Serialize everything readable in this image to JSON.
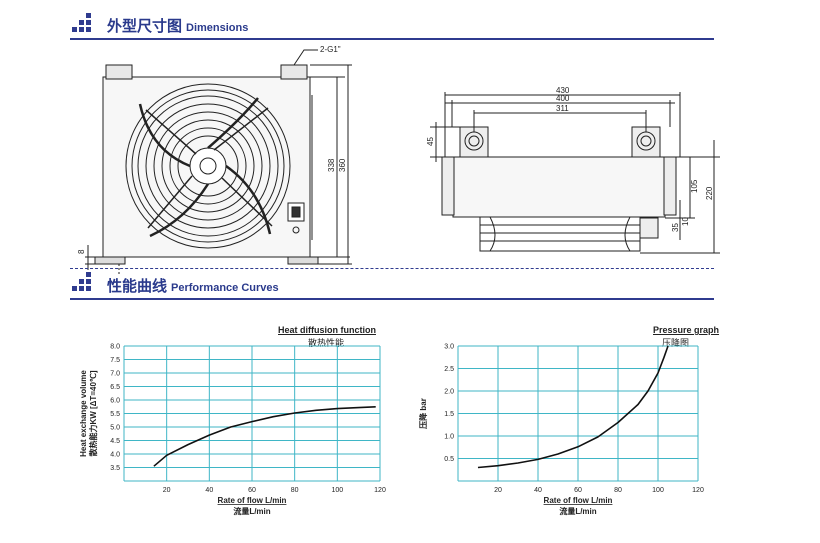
{
  "sections": [
    {
      "title_cn": "外型尺寸图",
      "title_en": "Dimensions"
    },
    {
      "title_cn": "性能曲线",
      "title_en": "Performance Curves"
    }
  ],
  "drawing": {
    "port_label": "2-G1\"",
    "front_dims": {
      "height_inner": "338",
      "height_outer": "360",
      "foot": "8"
    },
    "side_dims": {
      "w430": "430",
      "w400": "400",
      "w311": "311",
      "h45": "45",
      "h105": "105",
      "h220": "220",
      "h10": "10",
      "h35": "35"
    }
  },
  "chart_data": [
    {
      "type": "line",
      "title": "Heat diffusion function",
      "subtitle": "散热性能",
      "xlabel": "Rate of flow L/min",
      "xlabel_cn": "流量L/min",
      "ylabel": "Heat exchange volume",
      "ylabel_cn": "散热能力KW [ΔT=40℃]",
      "xlim": [
        0,
        120
      ],
      "ylim": [
        3.0,
        8.0
      ],
      "xticks": [
        "20",
        "40",
        "60",
        "80",
        "100",
        "120"
      ],
      "yticks": [
        "3.5",
        "4.0",
        "4.5",
        "5.0",
        "5.5",
        "6.0",
        "6.5",
        "7.0",
        "7.5",
        "8.0"
      ],
      "x": [
        14,
        20,
        30,
        40,
        50,
        60,
        70,
        80,
        90,
        100,
        110,
        118
      ],
      "y": [
        3.55,
        3.95,
        4.35,
        4.7,
        5.0,
        5.2,
        5.38,
        5.52,
        5.62,
        5.68,
        5.72,
        5.75
      ],
      "grid": true
    },
    {
      "type": "line",
      "title": "Pressure graph",
      "subtitle": "压降图",
      "xlabel": "Rate of flow L/min",
      "xlabel_cn": "流量L/min",
      "ylabel": "压降 bar",
      "xlim": [
        0,
        120
      ],
      "ylim": [
        0,
        3.0
      ],
      "xticks": [
        "20",
        "40",
        "60",
        "80",
        "100",
        "120"
      ],
      "yticks": [
        "0.5",
        "1.0",
        "1.5",
        "2.0",
        "2.5",
        "3.0"
      ],
      "x": [
        10,
        20,
        30,
        40,
        50,
        60,
        70,
        80,
        90,
        95,
        100,
        103,
        105
      ],
      "y": [
        0.3,
        0.34,
        0.4,
        0.48,
        0.6,
        0.76,
        0.98,
        1.3,
        1.7,
        2.0,
        2.4,
        2.75,
        3.0
      ],
      "grid": true
    }
  ]
}
